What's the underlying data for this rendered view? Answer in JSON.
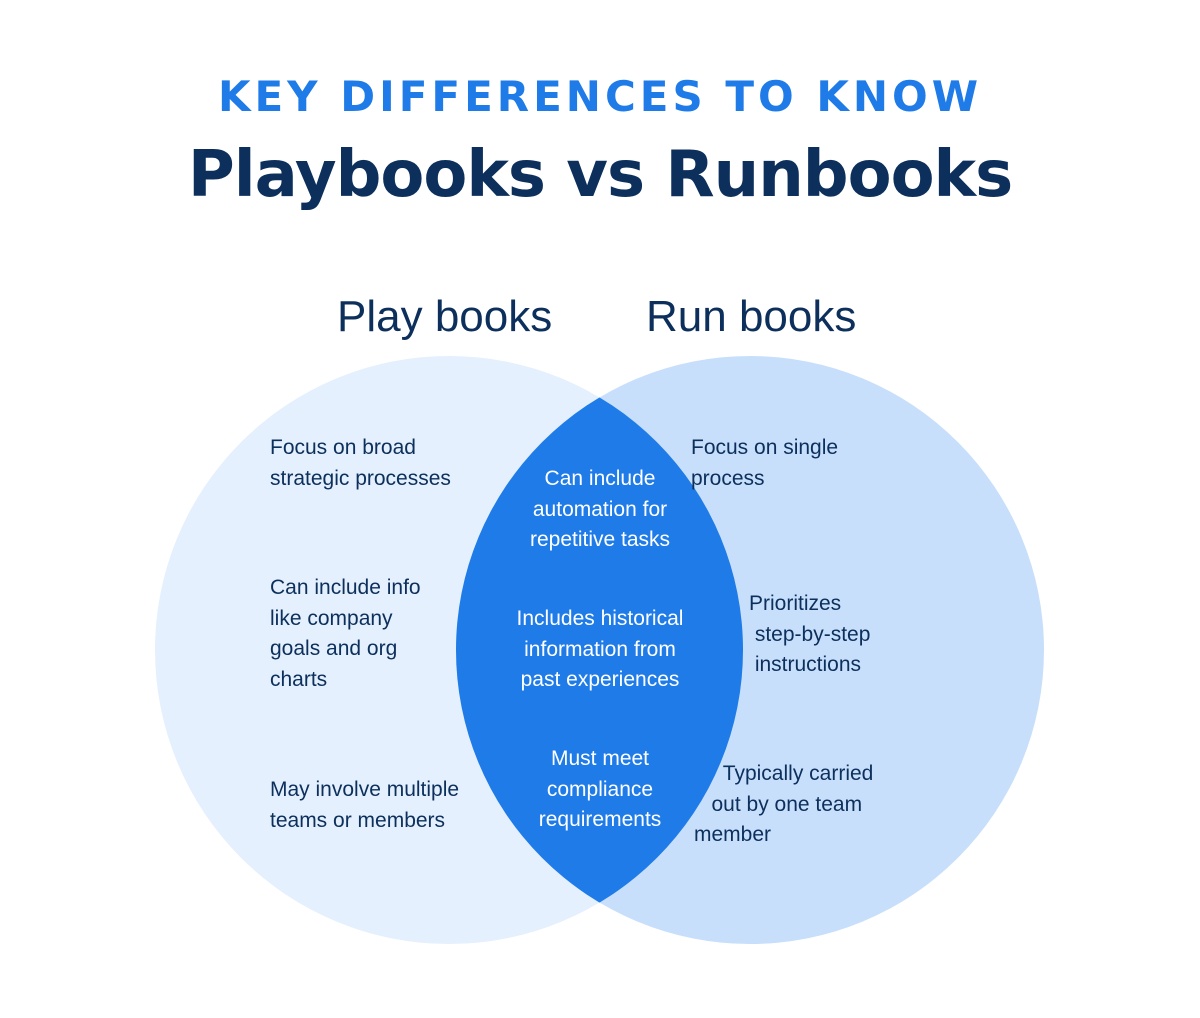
{
  "header": {
    "eyebrow": "KEY DIFFERENCES TO KNOW",
    "title": "Playbooks vs Runbooks"
  },
  "colors": {
    "eyebrow": "#1e7be8",
    "title": "#0c2f5c",
    "left_circle": "#e4f0fd",
    "right_circle": "#c7dffb",
    "overlap": "#1e7be8",
    "overlap_text": "#ffffff"
  },
  "venn": {
    "left_label": "Play books",
    "right_label": "Run books",
    "left_items": [
      "Focus on broad\nstrategic processes",
      "Can include info\nlike company\ngoals and org\ncharts",
      "May involve multiple\nteams or members"
    ],
    "overlap_items": [
      "Can include\nautomation for\nrepetitive tasks",
      "Includes historical\ninformation from\npast experiences",
      "Must meet\ncompliance\nrequirements"
    ],
    "right_items": [
      "Focus on single\n  process",
      "Prioritizes\n step-by-step\n instructions",
      "     Typically carried\n   out by one team\nmember"
    ]
  }
}
